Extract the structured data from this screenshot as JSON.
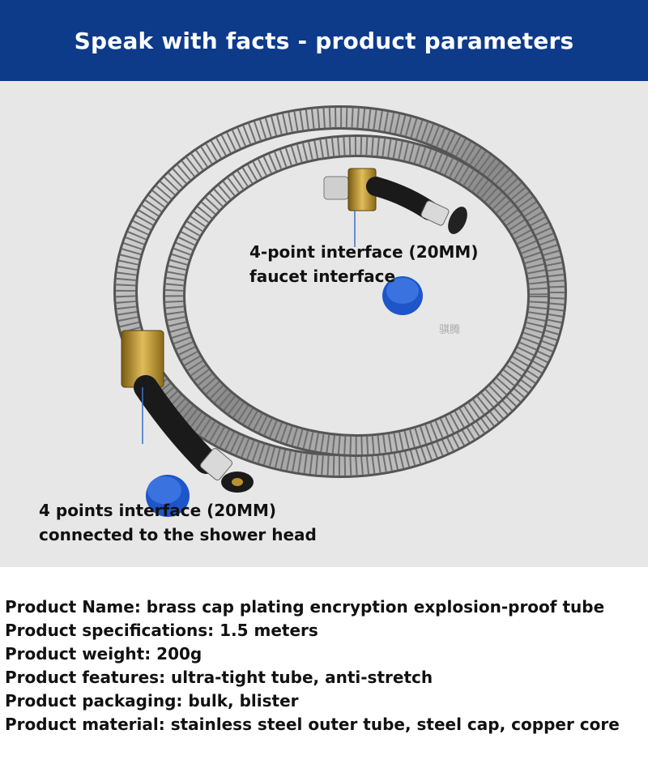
{
  "header": {
    "title": "Speak with facts - product parameters"
  },
  "photo": {
    "callout_faucet": [
      "4-point interface (20MM)",
      "faucet interface"
    ],
    "callout_shower": [
      "4 points interface (20MM)",
      "connected to the shower head"
    ],
    "watermark": "骐腾"
  },
  "specs": [
    "Product Name: brass cap plating encryption explosion-proof tube",
    "Product specifications: 1.5 meters",
    "Product weight: 200g",
    "Product features: ultra-tight tube, anti-stretch",
    "Product packaging: bulk, blister",
    "Product material: stainless steel outer tube, steel cap, copper core"
  ],
  "colors": {
    "header_bg": "#0e3a8a",
    "photo_bg": "#e7e7e7",
    "cap_blue": "#1e55c8",
    "brass": "#b8922e"
  }
}
